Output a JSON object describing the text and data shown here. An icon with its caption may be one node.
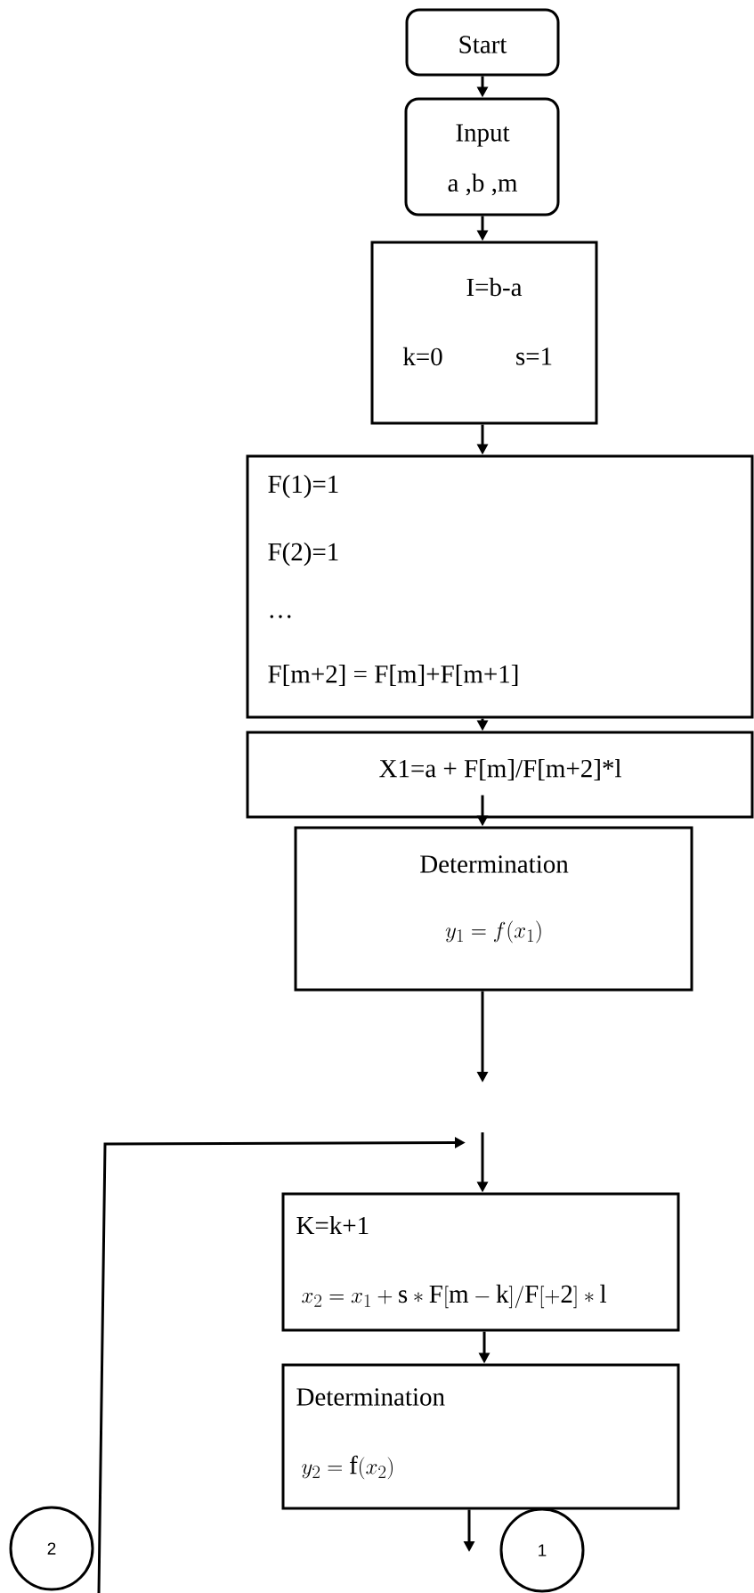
{
  "diagram": {
    "nodes": [
      {
        "text": [
          "Start"
        ]
      },
      {
        "text": [
          "Input",
          "a ,b ,m"
        ]
      },
      {
        "text": [
          "I=b-a",
          "k=0",
          "s=1"
        ]
      },
      {
        "text": [
          "F(1)=1",
          "F(2)=1",
          "…",
          "F[m+2] = F[m]+F[m+1]"
        ]
      },
      {
        "text": [
          "X1=a + F[m]/F[m+2]*l"
        ]
      },
      {
        "text": [
          "Determination",
          "y_1=f(x_1)"
        ]
      },
      {
        "text": [
          "K=k+1",
          "x_2=x_1+\\mathrm{s*F[m-k]/F[+2]*l}"
        ]
      },
      {
        "text": [
          "Determination",
          "y_2=\\mathrm{f}(x_2)"
        ]
      },
      {
        "text": [
          "2"
        ]
      },
      {
        "text": [
          "1"
        ]
      }
    ],
    "edges": [
      {
        "from": 0,
        "to": 1,
        "arrow": "to"
      },
      {
        "from": 1,
        "to": 2,
        "arrow": "to"
      },
      {
        "from": 2,
        "to": 3,
        "arrow": "to"
      },
      {
        "from": 3,
        "to": 4,
        "arrow": "to"
      },
      {
        "from": 4,
        "to": 5,
        "arrow": "to"
      },
      {
        "from": 5,
        "to": null,
        "arrow": "to"
      },
      {
        "from": null,
        "to": 6,
        "arrow": "to"
      },
      {
        "from": null,
        "to": 6,
        "arrow": "to"
      },
      {
        "from": 6,
        "to": 7,
        "arrow": "to"
      },
      {
        "from": 7,
        "to": null,
        "arrow": "to"
      }
    ]
  }
}
